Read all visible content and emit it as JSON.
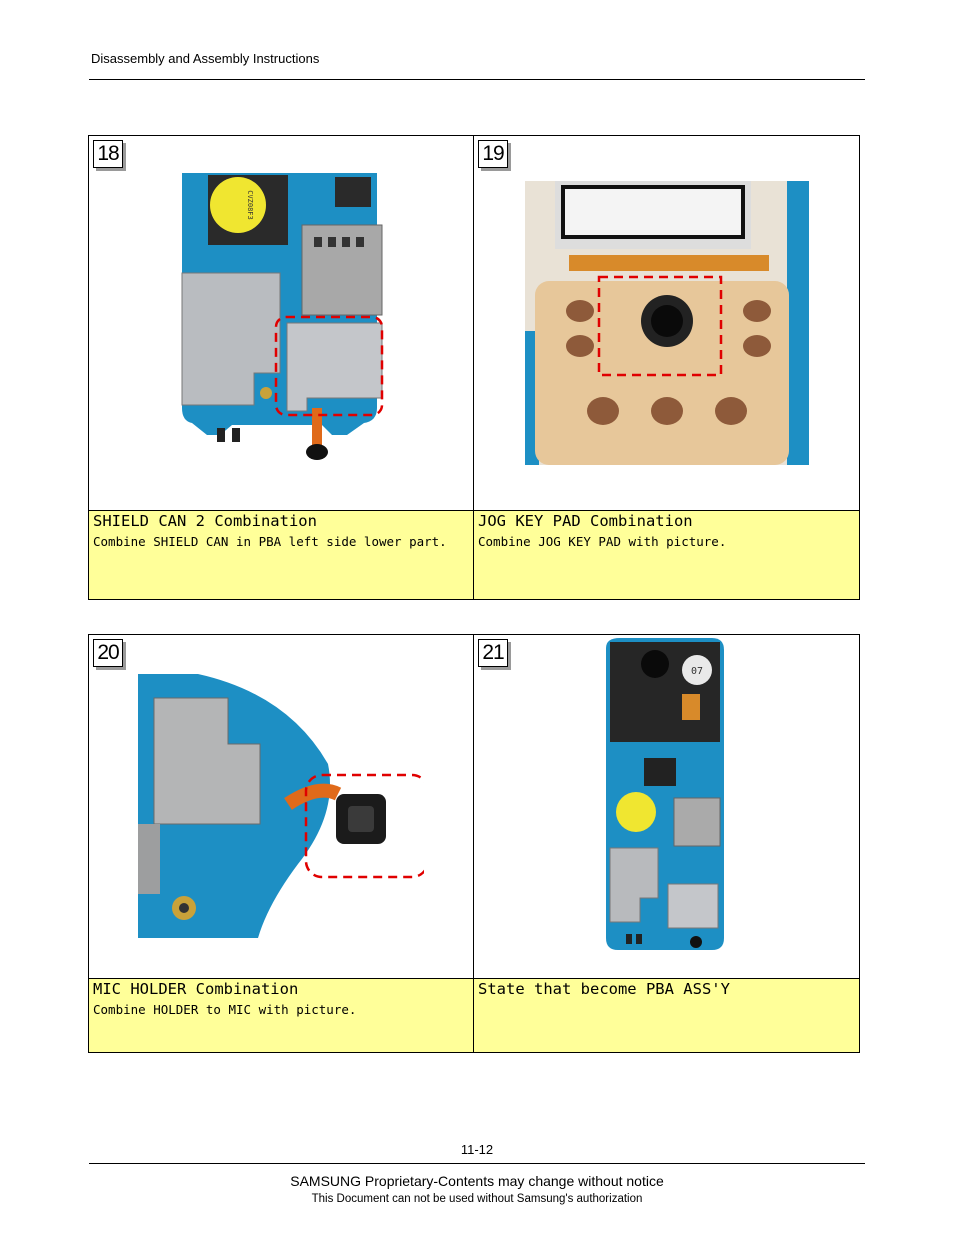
{
  "header": {
    "title": "Disassembly  and  Assembly  Instructions"
  },
  "steps": [
    {
      "number": "18",
      "title": "SHIELD CAN 2 Combination",
      "description": "Combine SHIELD CAN in PBA left side lower part."
    },
    {
      "number": "19",
      "title": "JOG KEY PAD Combination",
      "description": "Combine JOG KEY PAD with picture."
    },
    {
      "number": "20",
      "title": "MIC HOLDER Combination",
      "description": "Combine HOLDER to MIC with picture."
    },
    {
      "number": "21",
      "title": "State that become PBA ASS'Y",
      "description": ""
    }
  ],
  "footer": {
    "page_number": "11-12",
    "line1": "SAMSUNG Proprietary-Contents may change without notice",
    "line2": "This  Document  can  not  be  used  without  Samsung's  authorization"
  },
  "colors": {
    "caption_bg": "#ffff99",
    "highlight_dash": "#e00000",
    "pcb_blue": "#1d8fc4"
  }
}
